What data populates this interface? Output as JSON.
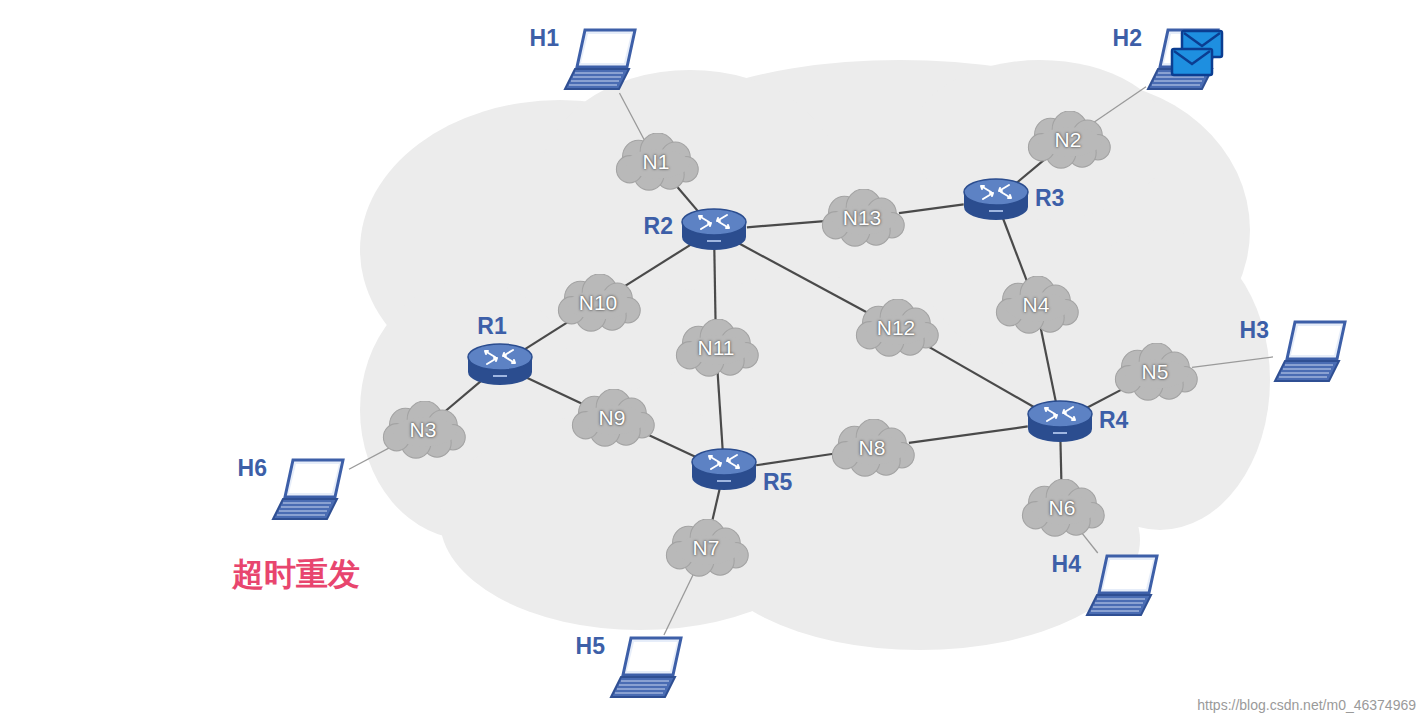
{
  "diagram": {
    "nodes": [
      {
        "text": [
          "N1"
        ]
      },
      {
        "text": [
          "N2"
        ]
      },
      {
        "text": [
          "N3"
        ]
      },
      {
        "text": [
          "N4"
        ]
      },
      {
        "text": [
          "N5"
        ]
      },
      {
        "text": [
          "N6"
        ]
      },
      {
        "text": [
          "N7"
        ]
      },
      {
        "text": [
          "N8"
        ]
      },
      {
        "text": [
          "N9"
        ]
      },
      {
        "text": [
          "N10"
        ]
      },
      {
        "text": [
          "N11"
        ]
      },
      {
        "text": [
          "N12"
        ]
      },
      {
        "text": [
          "N13"
        ]
      },
      {
        "text": [
          "R1"
        ]
      },
      {
        "text": [
          "R2"
        ]
      },
      {
        "text": [
          "R3"
        ]
      },
      {
        "text": [
          "R4"
        ]
      },
      {
        "text": [
          "R5"
        ]
      },
      {
        "text": [
          "H1"
        ]
      },
      {
        "text": [
          "H2"
        ]
      },
      {
        "text": [
          "H3"
        ]
      },
      {
        "text": [
          "H4"
        ]
      },
      {
        "text": [
          "H5"
        ]
      },
      {
        "text": [
          "H6"
        ]
      }
    ],
    "edges": [
      {
        "from": 18,
        "to": 0,
        "arrow": "none"
      },
      {
        "from": 0,
        "to": 14,
        "arrow": "none"
      },
      {
        "from": 14,
        "to": 12,
        "arrow": "none"
      },
      {
        "from": 12,
        "to": 15,
        "arrow": "none"
      },
      {
        "from": 15,
        "to": 1,
        "arrow": "none"
      },
      {
        "from": 1,
        "to": 19,
        "arrow": "none"
      },
      {
        "from": 15,
        "to": 3,
        "arrow": "none"
      },
      {
        "from": 3,
        "to": 16,
        "arrow": "none"
      },
      {
        "from": 14,
        "to": 9,
        "arrow": "none"
      },
      {
        "from": 9,
        "to": 13,
        "arrow": "none"
      },
      {
        "from": 14,
        "to": 10,
        "arrow": "none"
      },
      {
        "from": 10,
        "to": 17,
        "arrow": "none"
      },
      {
        "from": 14,
        "to": 11,
        "arrow": "none"
      },
      {
        "from": 11,
        "to": 16,
        "arrow": "none"
      },
      {
        "from": 13,
        "to": 8,
        "arrow": "none"
      },
      {
        "from": 8,
        "to": 17,
        "arrow": "none"
      },
      {
        "from": 13,
        "to": 2,
        "arrow": "none"
      },
      {
        "from": 2,
        "to": 23,
        "arrow": "none"
      },
      {
        "from": 17,
        "to": 7,
        "arrow": "none"
      },
      {
        "from": 7,
        "to": 16,
        "arrow": "none"
      },
      {
        "from": 17,
        "to": 6,
        "arrow": "none"
      },
      {
        "from": 6,
        "to": 22,
        "arrow": "none"
      },
      {
        "from": 16,
        "to": 4,
        "arrow": "none"
      },
      {
        "from": 4,
        "to": 20,
        "arrow": "none"
      },
      {
        "from": 16,
        "to": 5,
        "arrow": "none"
      },
      {
        "from": 5,
        "to": 21,
        "arrow": "none"
      }
    ],
    "labels": [
      "超时重发",
      "https://blog.csdn.net/m0_46374969"
    ]
  }
}
